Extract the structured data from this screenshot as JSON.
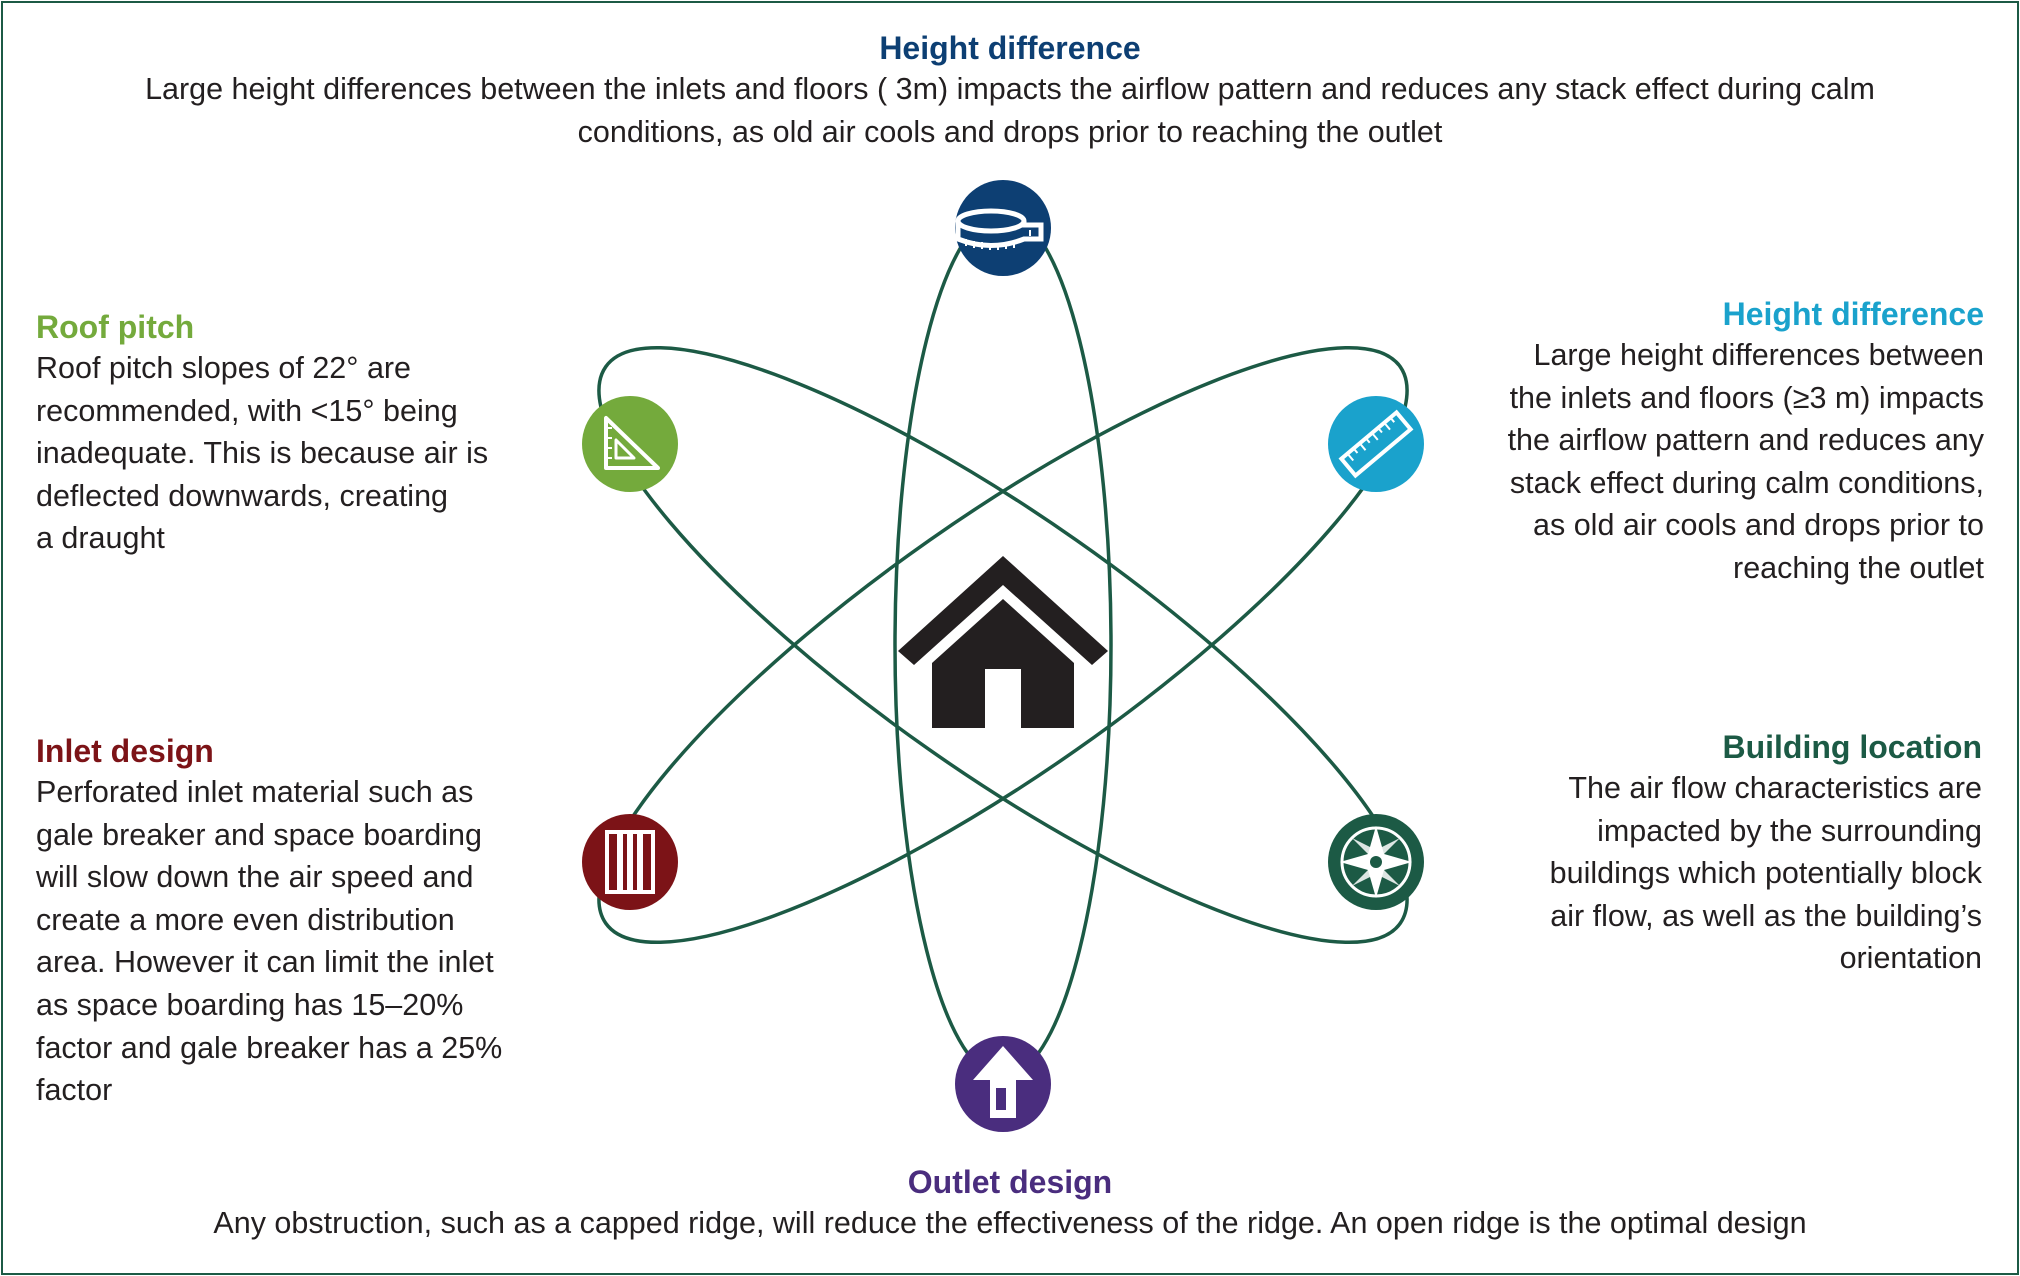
{
  "colors": {
    "frame": "#1c5a45",
    "orbit": "#1c5a45",
    "height_difference_top": "#0d3f73",
    "roof_pitch": "#74aa3c",
    "height_difference_right": "#1aa2cc",
    "inlet_design": "#7c1317",
    "building_location": "#1c5a45",
    "outlet_design": "#4a2d7e",
    "house": "#231f20"
  },
  "icons": {
    "top": "tape-measure-icon",
    "roof": "set-square-icon",
    "right_upper": "ruler-icon",
    "left_lower": "vertical-bars-icon",
    "right_lower": "compass-rose-icon",
    "bottom": "upward-arrow-icon",
    "center": "house-icon"
  },
  "sections": {
    "height_difference_top": {
      "title": "Height difference",
      "lines": [
        "Large height differences between the inlets and floors ( 3m) impacts the airflow pattern and reduces any stack effect during calm",
        "conditions, as old air cools and drops prior to reaching the outlet"
      ]
    },
    "roof_pitch": {
      "title": "Roof pitch",
      "lines": [
        "Roof pitch slopes of 22° are",
        "recommended, with <15° being",
        "inadequate. This is because air is",
        "deflected downwards, creating",
        "a draught"
      ]
    },
    "height_difference_right": {
      "title": "Height difference",
      "lines": [
        "Large height differences between",
        "the inlets and floors (≥3 m) impacts",
        "the airflow  pattern and reduces any",
        "stack effect during calm conditions,",
        "as old air cools and drops prior to",
        "reaching the outlet"
      ]
    },
    "inlet_design": {
      "title": "Inlet design",
      "lines": [
        "Perforated inlet material such as",
        "gale breaker and space boarding",
        "will slow down the air speed and",
        "create a more even distribution",
        "area. However it can limit the inlet",
        "as space boarding has 15–20%",
        "factor and gale breaker has a 25%",
        "factor"
      ]
    },
    "building_location": {
      "title": "Building location",
      "lines": [
        "The air flow characteristics are",
        "impacted by the surrounding",
        "buildings which potentially block",
        "air flow, as well as the  building’s",
        "orientation"
      ]
    },
    "outlet_design": {
      "title": "Outlet design",
      "lines": [
        "Any obstruction, such as a capped ridge, will reduce the effectiveness of the ridge. An open ridge is the optimal design"
      ]
    }
  }
}
